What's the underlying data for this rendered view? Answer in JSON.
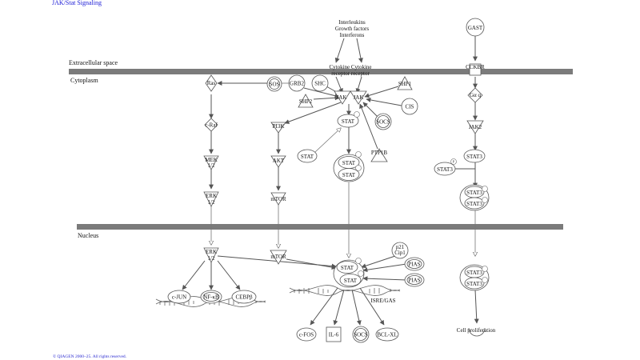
{
  "title": "JAK/Stat Signaling",
  "copyright": "© QIAGEN 2000–25. All rights reserved.",
  "compartments": {
    "extracellular": "Extracellular space",
    "cytoplasm": "Cytoplasm",
    "nucleus": "Nucleus"
  },
  "ligands": [
    "Interleukins",
    "Growth factors",
    "Interferons"
  ],
  "receptor": {
    "line1": "Cytokine Cytokine",
    "line2": "receptor   receptor"
  },
  "nodes": {
    "gast": "GAST",
    "cckbr": "CCKBR",
    "gaq": "Gα q",
    "jak2": "JAK2",
    "stat3": "STAT3",
    "ras": "Ras",
    "sos": "SOS",
    "grb2": "GRB2",
    "shc": "SHC",
    "shp1": "SHP1",
    "shp2": "SHP2",
    "jak": "JAK",
    "cis": "CIS",
    "socs": "SOCS",
    "stat": "STAT",
    "ptp1b": "PTP1B",
    "craf": "c-Raf",
    "pi3k": "PI3K",
    "mek": "MEK",
    "mek_sub": "1/2",
    "akt": "AKT",
    "erk": "ERK",
    "erk_sub": "1/2",
    "mtor": "mTOR",
    "p21": "p21",
    "cip1": "Cip1",
    "pias": "PIAS",
    "cjun": "c-JUN",
    "nfkb": "NF-κB",
    "cebpb": "CEBPβ",
    "isre": "ISRE/GAS",
    "cfos": "c-FOS",
    "il6": "IL-6",
    "bclxl": "BCL-XL",
    "cellprolif": "Cell proliferation",
    "p": "P"
  }
}
